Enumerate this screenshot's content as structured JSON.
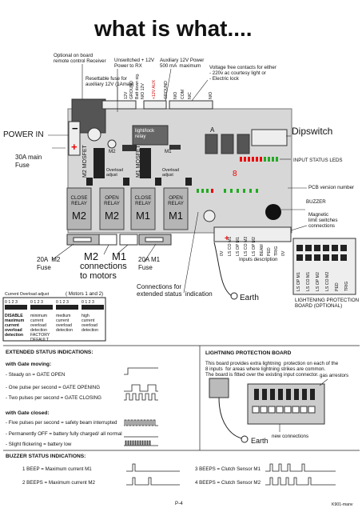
{
  "title": "what is what....",
  "callouts": {
    "remote": "Optional on board\nremote control Receiver",
    "unswitched": "Unswitched + 12V\nPower to RX",
    "aux12": "Auxiliary 12V Power\n500 mA  maximum",
    "voltage_free": "Voltage free contacts for either\n- 220v ac courtesy light or\n- Electric lock",
    "fuse_aux": "Resettable fuse for\nauxiliary 12V (1Amax)",
    "power_in": "POWER IN",
    "main_fuse": "30A main\nFuse",
    "dipswitch": "Dipswitch",
    "input_status": "INPUT STATUS LEDS",
    "pcb": "PCB version number",
    "buzzer": "BUZZER",
    "magnetic": "Magnetic\nlimit switches\nconnections",
    "m2fuse": "20A  M2\nFuse",
    "connections": "connections\nto motors",
    "m1fuse": "20A M1\nFuse",
    "ext_conn": "Connections for\nextended status  indication",
    "earth": "Earth",
    "inputs_desc": "Inputs description",
    "lightning_board": "LIGHTENING PROTECTION\nBOARD (OPTIONAL)",
    "m2_big": "M2",
    "m1_big": "M1"
  },
  "board": {
    "light_lock": "light/lock\nrelay",
    "m2_mosfet": "M2 MOSFET",
    "m1_mosfet": "M1 MOSFET",
    "m2": "M2",
    "m1": "M1",
    "overload": "Overload\nadjust",
    "label_a": "A",
    "relays": [
      {
        "label": "CLOSE\nRELAY",
        "motor": "M2"
      },
      {
        "label": "OPEN\nRELAY",
        "motor": "M2"
      },
      {
        "label": "CLOSE\nRELAY",
        "motor": "M1"
      },
      {
        "label": "OPEN\nRELAY",
        "motor": "M1"
      }
    ],
    "top_terminals": [
      "12V",
      "GROUND",
      "Batt down sig.",
      "N/O 12V",
      "+12V AUX",
      "GROUND",
      "N/O",
      "COM",
      "N/C",
      "N/O"
    ],
    "input_terminals": [
      "0V",
      "LS CO M1",
      "LS OP M1",
      "LS CO M2",
      "LS OP M2",
      "BEAM",
      "PED",
      "TRIG",
      "0V"
    ],
    "lp_terminals": [
      "LS OP M1",
      "LS CO M1",
      "LS OP M2",
      "LS CO M2",
      "PED",
      "TRIG"
    ]
  },
  "overload_panel": {
    "header": "Current Overload adjust",
    "header2": "( Motors 1 and 2)",
    "pins": "0 1 2 3",
    "options": [
      {
        "label": "DISABLE\nmaximum\ncurrent\noverload\ndetection",
        "bold": true
      },
      {
        "label": "minimum\ncurrent\noverload\ndetection\nFACTORY\nDEFAULT",
        "bold": false
      },
      {
        "label": "medium\ncurrent\noverload\ndetection",
        "bold": false
      },
      {
        "label": "high\ncurrent\noverload\ndetection",
        "bold": false
      }
    ]
  },
  "extended": {
    "title": "EXTENDED STATUS  INDICATIONS:",
    "moving": "with Gate moving:",
    "closed": "with Gate closed:",
    "rows": [
      "- Steady on = GATE OPEN",
      "- One  pulse per second =  GATE OPENING",
      "- Two  pulses  per second =  GATE CLOSING",
      "- Five  pulses per second = safety beam interrupted",
      "- Permanently OFF = battery fully charged/ all normal",
      "- Slight flickering = battery low"
    ]
  },
  "lightning": {
    "title": "LIGHTNING PROTECTION BOARD",
    "text": "This board provides extra lightning  protection on each of the\n8 inputs  for areas where lightning strikes are common.\nThe board is fitted over the existing input connector.",
    "gas": "gas arrestors",
    "new_conn": "new connections",
    "earth": "Earth"
  },
  "buzzer_status": {
    "title": "BUZZER STATUS  INDICATIONS:",
    "items": [
      "1 BEEP = Maximum current  M1",
      "2 BEEPS = Maximum current M2",
      "3 BEEPS = Clutch Sensor  M1",
      "4 BEEPS = Clutch Sensor  M2"
    ]
  },
  "footer": {
    "page": "P-4",
    "code": "K901-manv"
  }
}
